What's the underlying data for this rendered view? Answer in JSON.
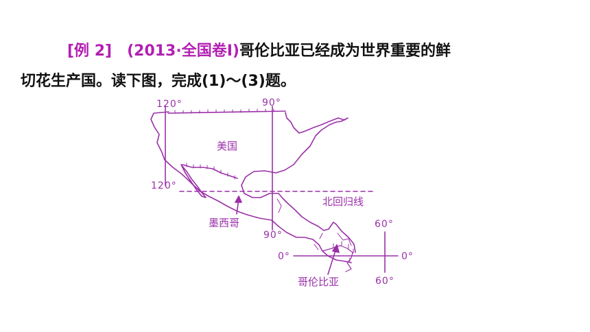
{
  "question": {
    "tag": "[例  2]",
    "source": "(2013·全国卷Ⅰ)",
    "line1_text": "哥伦比亚已经成为世界重要的鲜",
    "line2_text": "切花生产国。读下图，完成(1)～(3)题。"
  },
  "map": {
    "line_color": "#9a2fa8",
    "labels": {
      "usa": "美国",
      "mexico": "墨西哥",
      "colombia": "哥伦比亚",
      "tropic": "北回归线"
    },
    "degrees": {
      "lon120_top": "120°",
      "lon90_top": "90°",
      "lat_tropic_left": "120°",
      "lon90_bottom": "90°",
      "lon60_top": "60°",
      "lat0_left": "0°",
      "lat0_right": "0°",
      "lon60_bottom": "60°"
    }
  }
}
